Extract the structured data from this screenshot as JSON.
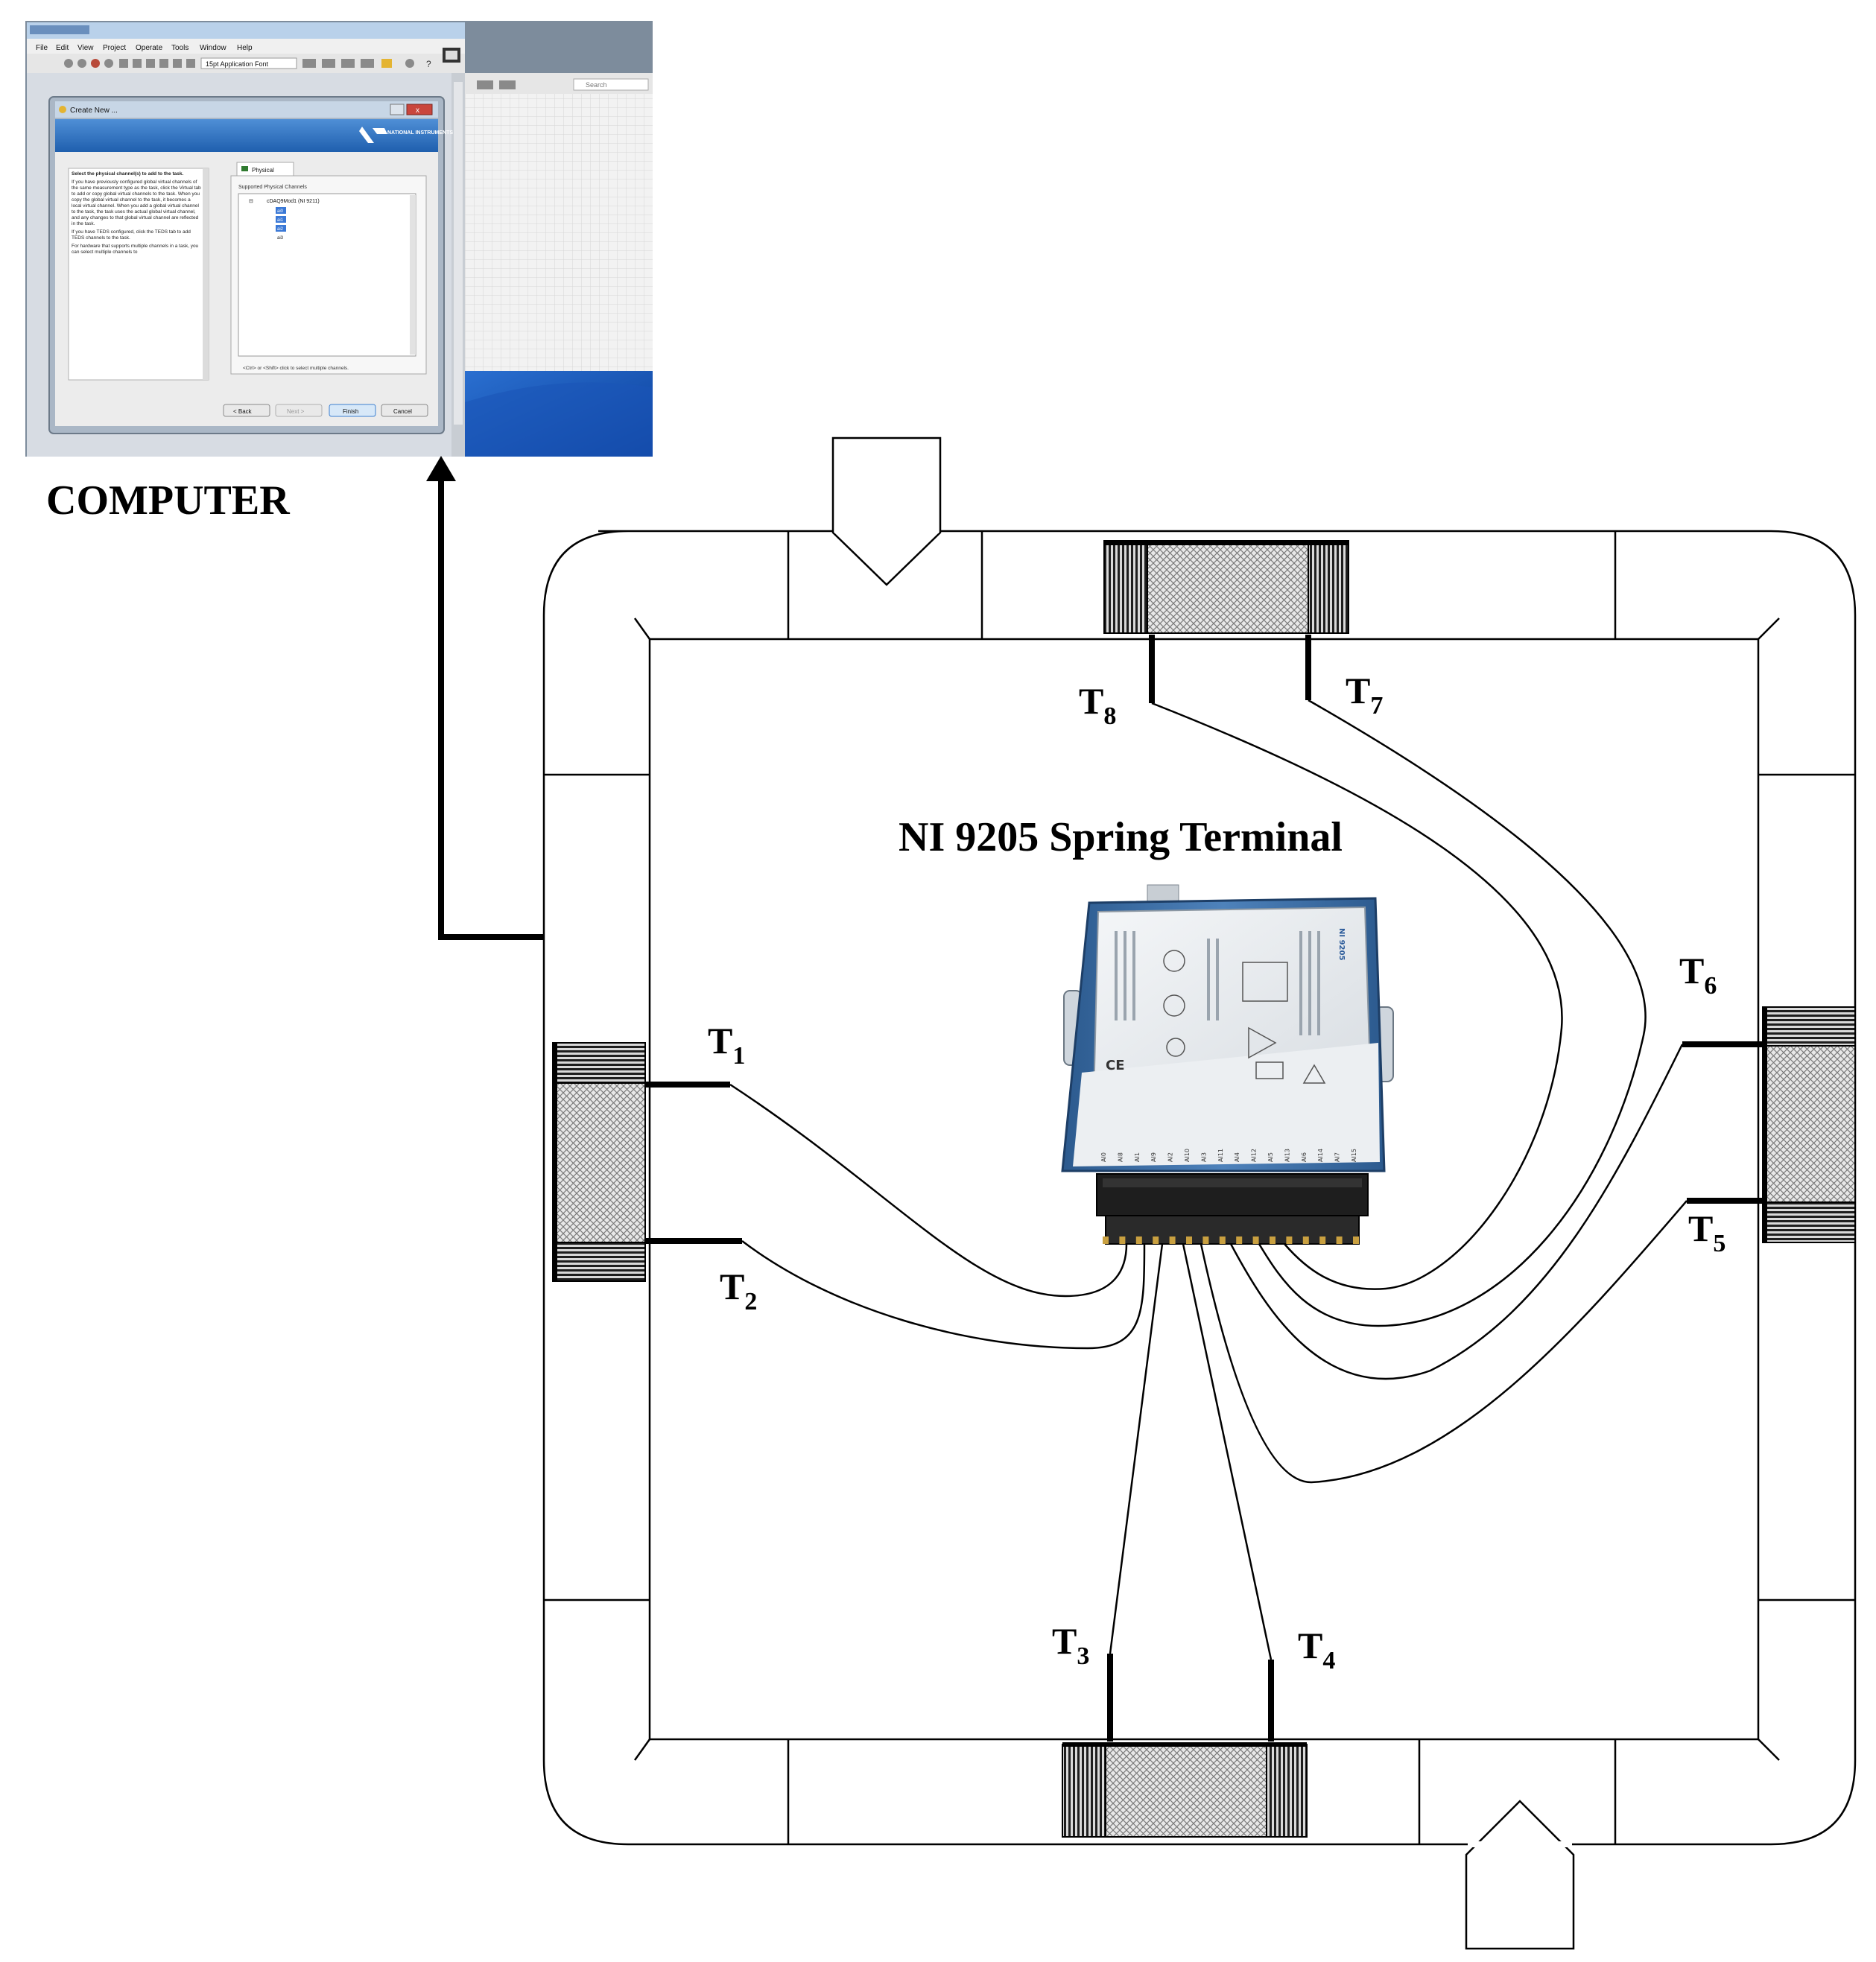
{
  "labels": {
    "computer": "COMPUTER",
    "module": "NI 9205 Spring Terminal"
  },
  "thermocouples": [
    {
      "t": "T",
      "sub": "1"
    },
    {
      "t": "T",
      "sub": "2"
    },
    {
      "t": "T",
      "sub": "3"
    },
    {
      "t": "T",
      "sub": "4"
    },
    {
      "t": "T",
      "sub": "5"
    },
    {
      "t": "T",
      "sub": "6"
    },
    {
      "t": "T",
      "sub": "7"
    },
    {
      "t": "T",
      "sub": "8"
    }
  ],
  "screenshot": {
    "menu": [
      "File",
      "Edit",
      "View",
      "Project",
      "Operate",
      "Tools",
      "Window",
      "Help"
    ],
    "font_combo": "15pt Application Font",
    "search": "Search",
    "dialog_title": "Create New ...",
    "brand": "NATIONAL INSTRUMENTS",
    "tab": "Physical",
    "help_heading": "Select the physical channel(s) to add to the task.",
    "help_p1": "If you have previously configured global virtual channels of the same measurement type as the task, click the Virtual tab to add or copy global virtual channels to the task. When you copy the global virtual channel to the task, it becomes a local virtual channel. When you add a global virtual channel to the task, the task uses the actual global virtual channel, and any changes to that global virtual channel are reflected in the task.",
    "help_p2": "If you have TEDS configured, click the TEDS tab to add TEDS channels to the task.",
    "help_p3": "For hardware that supports multiple channels in a task, you can select multiple channels to",
    "list_label": "Supported Physical Channels",
    "device": "cDAQ9Mod1 (NI 9211)",
    "channels": [
      "ai0",
      "ai1",
      "ai2",
      "ai3"
    ],
    "hint": "<Ctrl> or <Shift> click to select multiple channels.",
    "buttons": {
      "back": "< Back",
      "next": "Next >",
      "finish": "Finish",
      "cancel": "Cancel"
    }
  },
  "module_face": {
    "brand": "NI 9205",
    "pins": [
      "AI0",
      "AI8",
      "AI1",
      "AI9",
      "AI2",
      "AI10",
      "AI3",
      "AI11",
      "AI4",
      "AI12",
      "AI5",
      "AI13",
      "AI6",
      "AI14",
      "AI7",
      "AI15"
    ]
  }
}
